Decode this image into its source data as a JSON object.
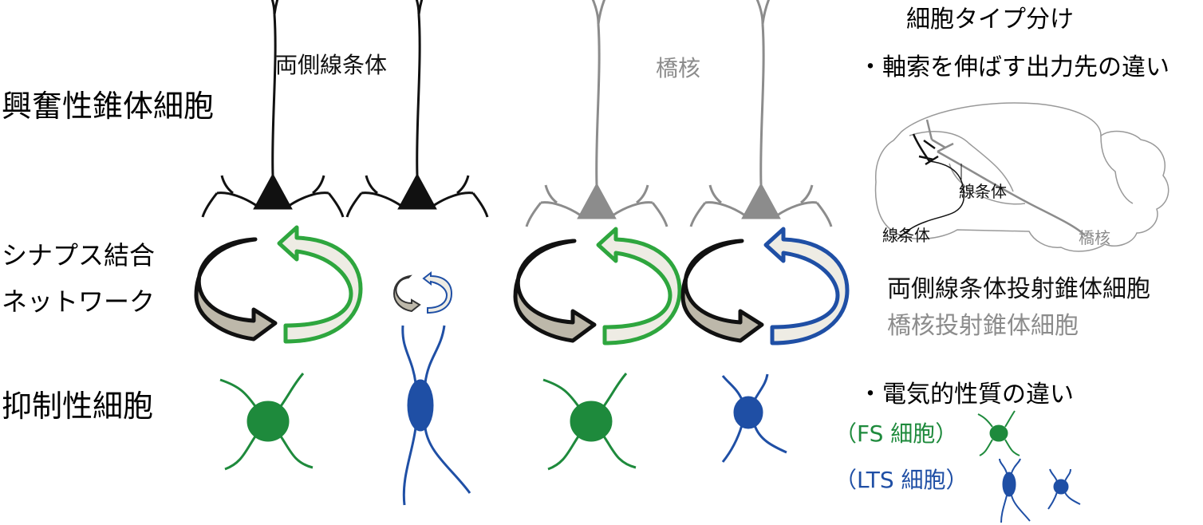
{
  "labels": {
    "excitatory": "興奮性錐体細胞",
    "synaptic": "シナプス結合",
    "network": "ネットワーク",
    "inhibitory": "抑制性細胞"
  },
  "targets": {
    "bilateral_striatum": "両側線条体",
    "pons": "橋核"
  },
  "right_panel": {
    "title": "細胞タイプ分け",
    "axon_difference": "・軸索を伸ばす出力先の違い",
    "brain_labels": {
      "striatum_upper": "線条体",
      "striatum_lower": "線条体",
      "pons": "橋核"
    },
    "projection_bilateral": "両側線条体投射錐体細胞",
    "projection_pons": "橋核投射錐体細胞",
    "electrical_difference": "・電気的性質の違い",
    "fs_cell": "（FS 細胞）",
    "lts_cell": "（LTS 細胞）"
  },
  "colors": {
    "black_neuron": "#111111",
    "gray_neuron": "#8c8c8c",
    "green": "#1e8a3c",
    "blue": "#1f4fa5",
    "arrow_fill_dark": "#bdb8aa",
    "arrow_fill_light": "#eeece4"
  }
}
